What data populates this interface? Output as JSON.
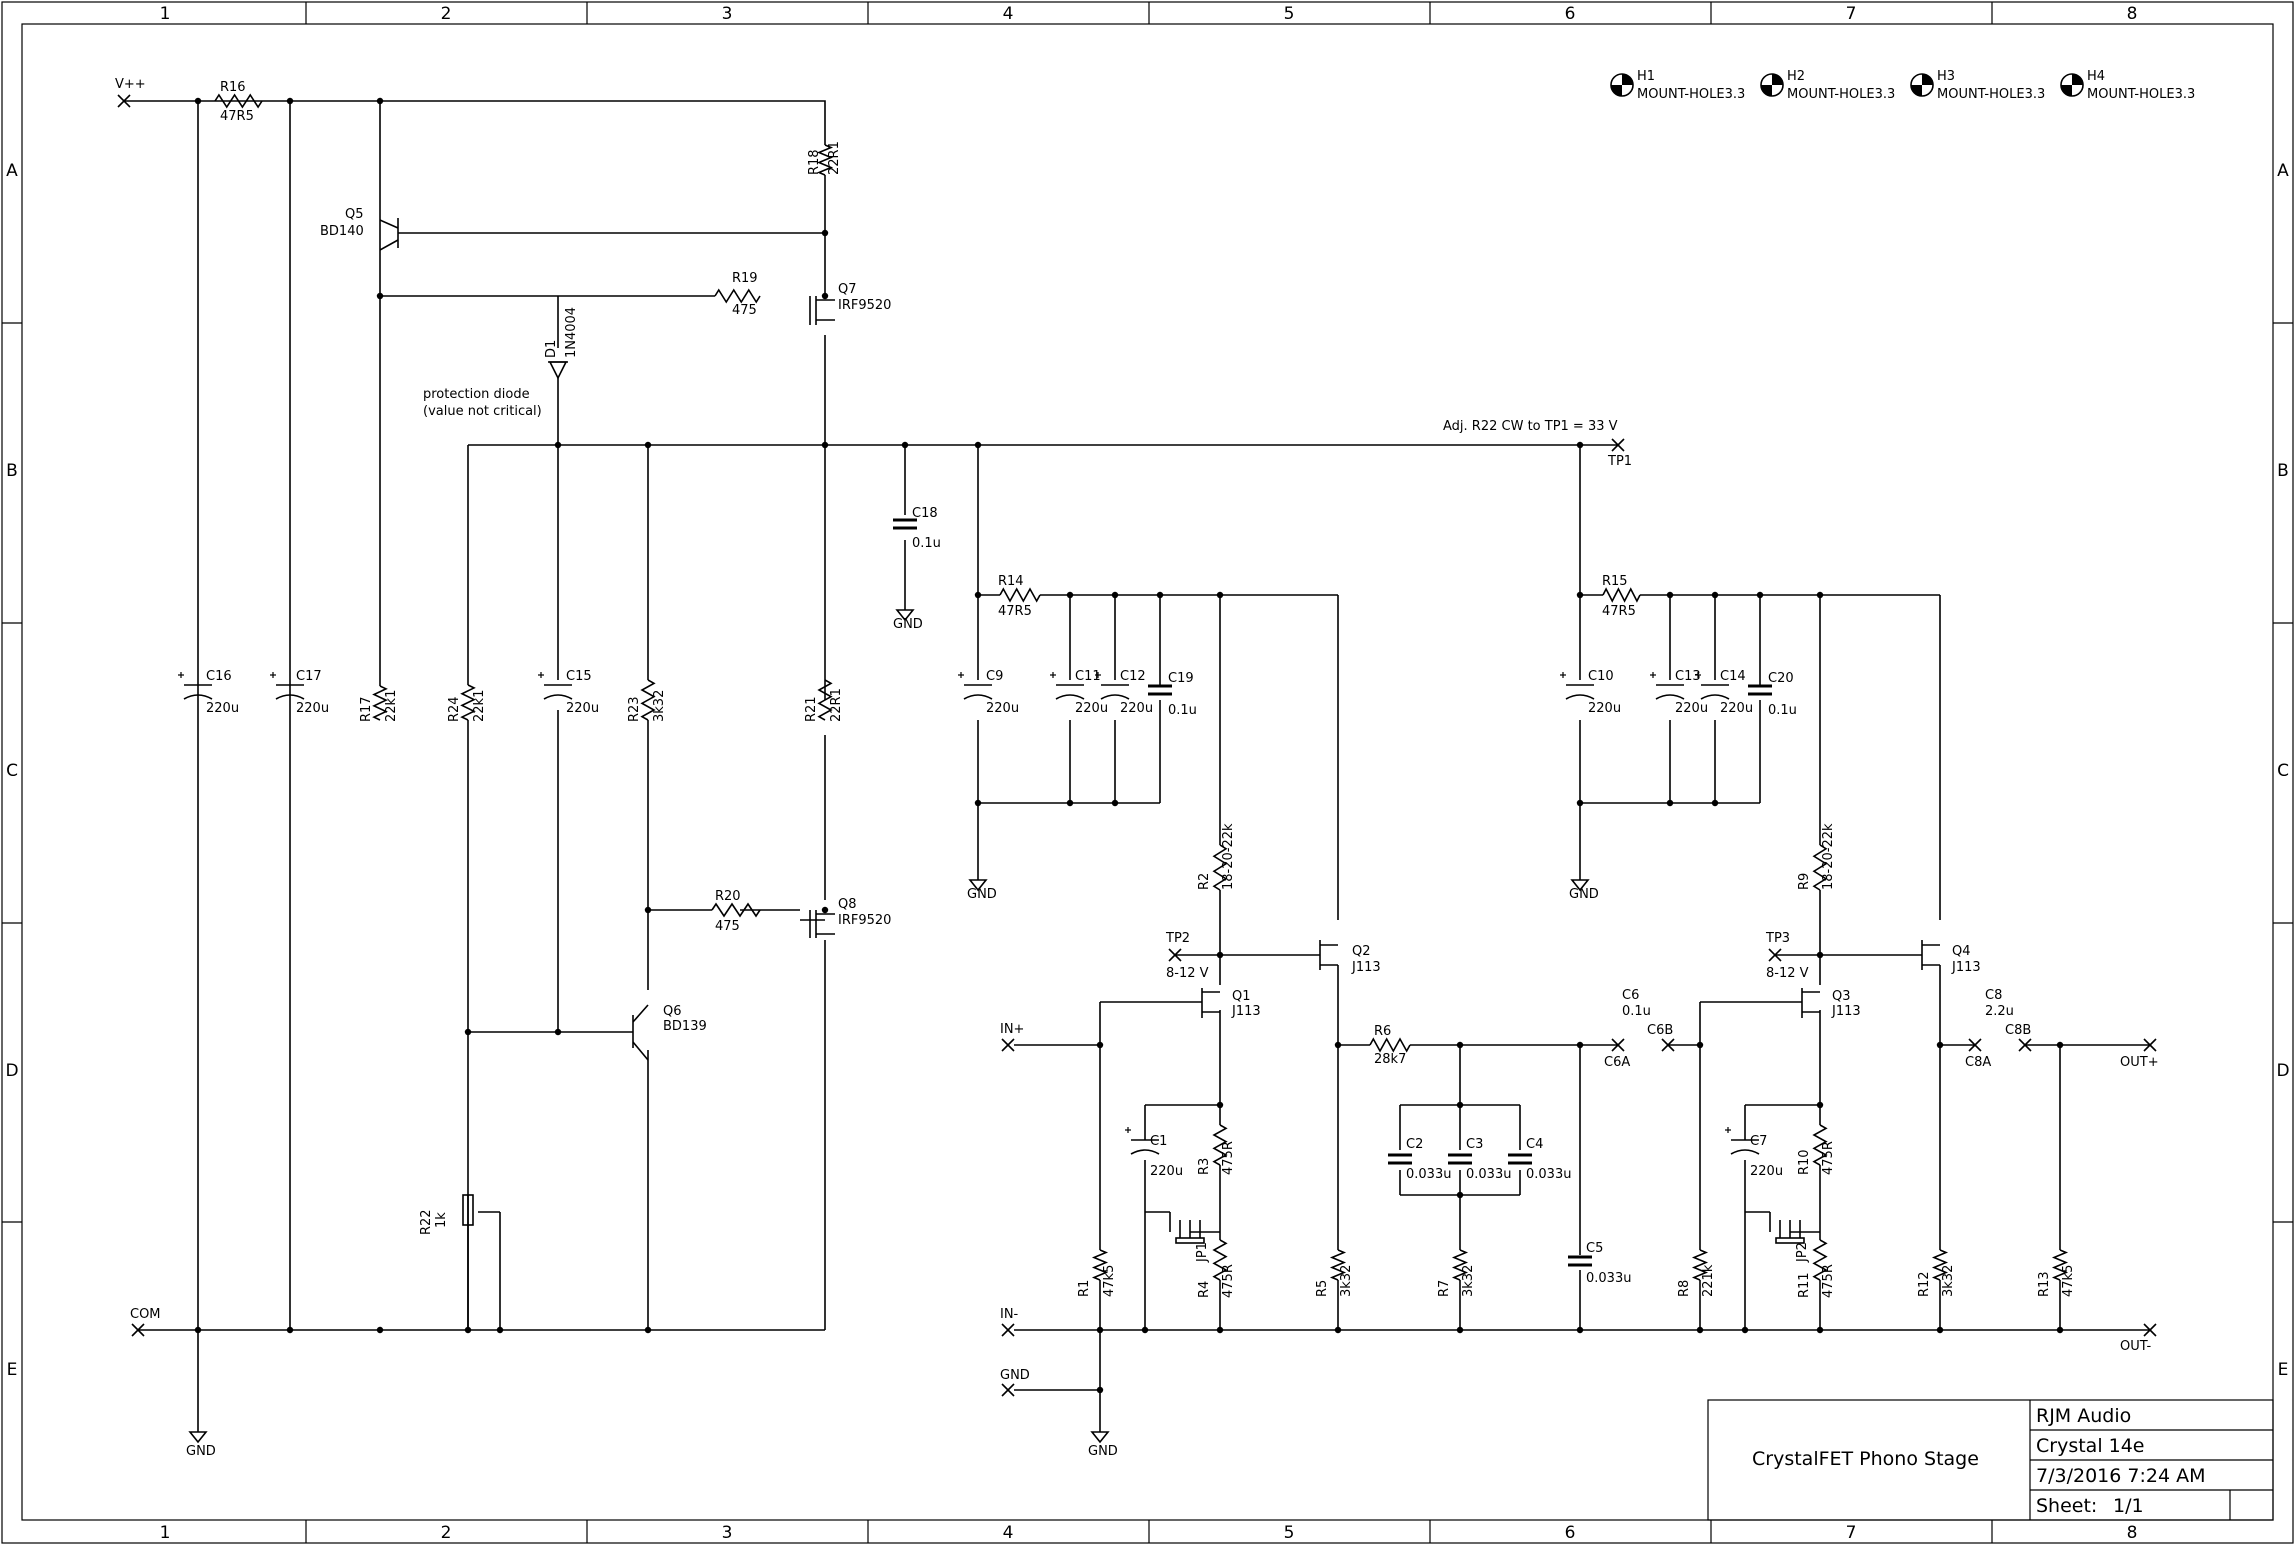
{
  "frame": {
    "columns": [
      "1",
      "2",
      "3",
      "4",
      "5",
      "6",
      "7",
      "8"
    ],
    "rows": [
      "A",
      "B",
      "C",
      "D",
      "E"
    ]
  },
  "title_block": {
    "company": "RJM Audio",
    "project": "Crystal 14e",
    "date": "7/3/2016 7:24 AM",
    "sheet_label": "Sheet:",
    "sheet_value": "1/1",
    "title": "CrystalFET Phono Stage"
  },
  "notes": {
    "protection_1": "protection diode",
    "protection_2": "(value not critical)",
    "adjust": "Adj. R22 CW to TP1 = 33 V"
  },
  "ports": {
    "vpp": "V++",
    "com": "COM",
    "in_plus": "IN+",
    "in_minus": "IN-",
    "gnd_in": "GND",
    "out_plus": "OUT+",
    "out_minus": "OUT-",
    "tp1": "TP1",
    "tp2": "TP2",
    "tp3": "TP3",
    "tp_range": "8-12 V",
    "c6a": "C6A",
    "c6b": "C6B",
    "c8a": "C8A",
    "c8b": "C8B",
    "gnd": "GND"
  },
  "mount_holes": [
    {
      "ref": "H1",
      "value": "MOUNT-HOLE3.3"
    },
    {
      "ref": "H2",
      "value": "MOUNT-HOLE3.3"
    },
    {
      "ref": "H3",
      "value": "MOUNT-HOLE3.3"
    },
    {
      "ref": "H4",
      "value": "MOUNT-HOLE3.3"
    }
  ],
  "components": {
    "R16": {
      "ref": "R16",
      "value": "47R5"
    },
    "R18": {
      "ref": "R18",
      "value": "22R1"
    },
    "R19": {
      "ref": "R19",
      "value": "475"
    },
    "R17": {
      "ref": "R17",
      "value": "22k1"
    },
    "R24": {
      "ref": "R24",
      "value": "22k1"
    },
    "R23": {
      "ref": "R23",
      "value": "3k32"
    },
    "R21": {
      "ref": "R21",
      "value": "22R1"
    },
    "R20": {
      "ref": "R20",
      "value": "475"
    },
    "R22": {
      "ref": "R22",
      "value": "1k"
    },
    "R14": {
      "ref": "R14",
      "value": "47R5"
    },
    "R15": {
      "ref": "R15",
      "value": "47R5"
    },
    "R2": {
      "ref": "R2",
      "value": "18-20-22k"
    },
    "R9": {
      "ref": "R9",
      "value": "18-20-22k"
    },
    "R6": {
      "ref": "R6",
      "value": "28k7"
    },
    "R1": {
      "ref": "R1",
      "value": "47k5"
    },
    "R3": {
      "ref": "R3",
      "value": "475R"
    },
    "R4": {
      "ref": "R4",
      "value": "475R"
    },
    "R5": {
      "ref": "R5",
      "value": "3k32"
    },
    "R7": {
      "ref": "R7",
      "value": "3k32"
    },
    "R8": {
      "ref": "R8",
      "value": "221k"
    },
    "R10": {
      "ref": "R10",
      "value": "475R"
    },
    "R11": {
      "ref": "R11",
      "value": "475R"
    },
    "R12": {
      "ref": "R12",
      "value": "3k32"
    },
    "R13": {
      "ref": "R13",
      "value": "47k5"
    },
    "C16": {
      "ref": "C16",
      "value": "220u"
    },
    "C17": {
      "ref": "C17",
      "value": "220u"
    },
    "C15": {
      "ref": "C15",
      "value": "220u"
    },
    "C18": {
      "ref": "C18",
      "value": "0.1u"
    },
    "C9": {
      "ref": "C9",
      "value": "220u"
    },
    "C11": {
      "ref": "C11",
      "value": "220u"
    },
    "C12": {
      "ref": "C12",
      "value": "220u"
    },
    "C19": {
      "ref": "C19",
      "value": "0.1u"
    },
    "C10": {
      "ref": "C10",
      "value": "220u"
    },
    "C13": {
      "ref": "C13",
      "value": "220u"
    },
    "C14": {
      "ref": "C14",
      "value": "220u"
    },
    "C20": {
      "ref": "C20",
      "value": "0.1u"
    },
    "C1": {
      "ref": "C1",
      "value": "220u"
    },
    "C7": {
      "ref": "C7",
      "value": "220u"
    },
    "C2": {
      "ref": "C2",
      "value": "0.033u"
    },
    "C3": {
      "ref": "C3",
      "value": "0.033u"
    },
    "C4": {
      "ref": "C4",
      "value": "0.033u"
    },
    "C5": {
      "ref": "C5",
      "value": "0.033u"
    },
    "C6": {
      "ref": "C6",
      "value": "0.1u"
    },
    "C8": {
      "ref": "C8",
      "value": "2.2u"
    },
    "Q5": {
      "ref": "Q5",
      "value": "BD140"
    },
    "Q6": {
      "ref": "Q6",
      "value": "BD139"
    },
    "Q7": {
      "ref": "Q7",
      "value": "IRF9520"
    },
    "Q8": {
      "ref": "Q8",
      "value": "IRF9520"
    },
    "Q1": {
      "ref": "Q1",
      "value": "J113"
    },
    "Q2": {
      "ref": "Q2",
      "value": "J113"
    },
    "Q3": {
      "ref": "Q3",
      "value": "J113"
    },
    "Q4": {
      "ref": "Q4",
      "value": "J113"
    },
    "D1": {
      "ref": "D1",
      "value": "1N4004"
    },
    "JP1": {
      "ref": "JP1",
      "value": ""
    },
    "JP2": {
      "ref": "JP2",
      "value": ""
    }
  }
}
